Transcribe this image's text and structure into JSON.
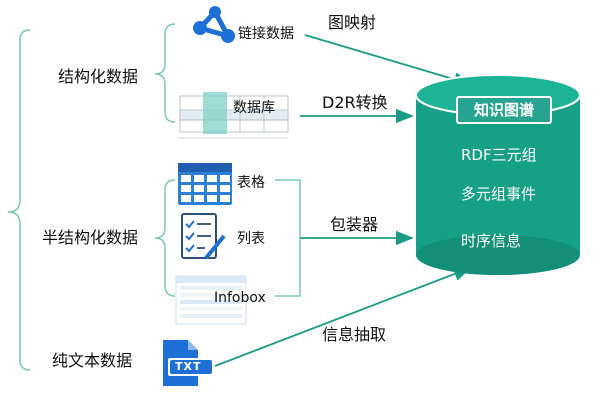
{
  "categories": {
    "structured": "结构化数据",
    "semi_structured": "半结构化数据",
    "plain_text": "纯文本数据"
  },
  "sources": {
    "linked_data": "链接数据",
    "database": "数据库",
    "table": "表格",
    "list": "列表",
    "infobox": "Infobox"
  },
  "relations": {
    "graph_mapping": "图映射",
    "d2r": "D2R转换",
    "wrapper": "包装器",
    "extraction": "信息抽取"
  },
  "kb": {
    "title": "知识图谱",
    "items": [
      "RDF三元组",
      "多元组事件",
      "时序信息"
    ]
  },
  "icons": {
    "txt_label": "TXT"
  },
  "colors": {
    "teal": "#16a086",
    "teal_dark": "#0f8a73",
    "arrow": "#1a9b85",
    "bracket": "#7cc8b5",
    "icon_blue": "#1e6fd6"
  }
}
